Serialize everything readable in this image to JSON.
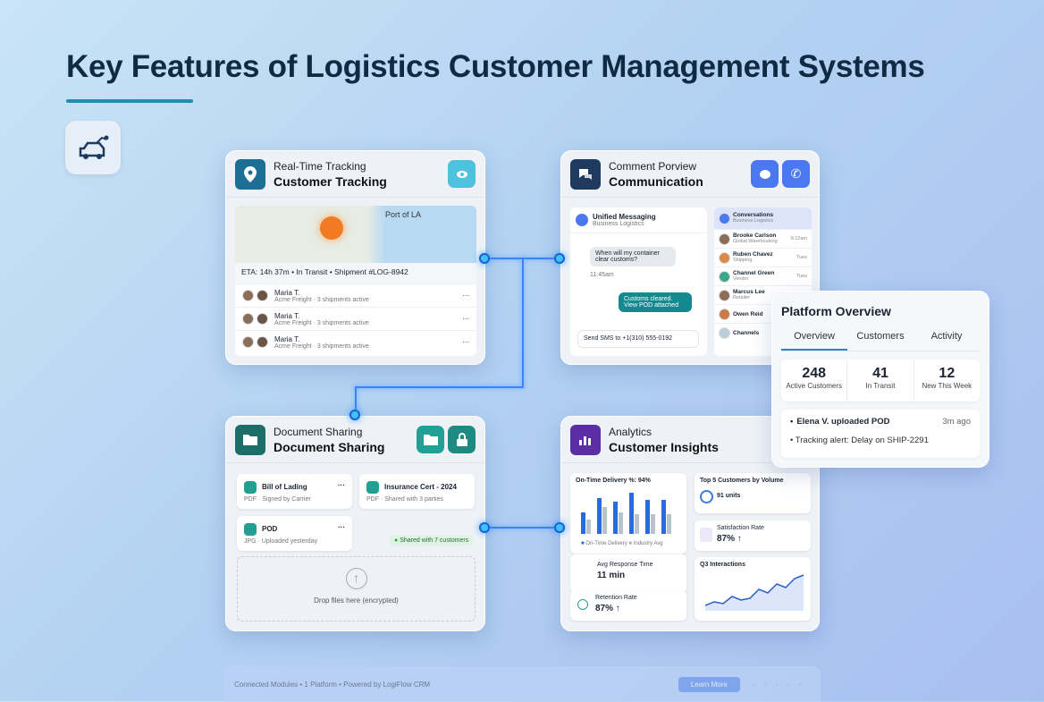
{
  "title": "Key Features of Logistics Customer Management Systems",
  "logo_icon": "truck-network-icon",
  "tracking": {
    "subtitle": "Real-Time Tracking",
    "title": "Customer Tracking",
    "map_label": "Port of LA",
    "status": "ETA: 14h 37m  •  In Transit  •  Shipment #LOG-8942",
    "rows": [
      {
        "name": "Maria T.",
        "detail": "Acme Freight · 3 shipments active"
      },
      {
        "name": "Maria T.",
        "detail": "Acme Freight · 3 shipments active"
      },
      {
        "name": "Maria T.",
        "detail": "Acme Freight · 3 shipments active"
      }
    ]
  },
  "communication": {
    "subtitle": "Comment Porview",
    "title": "Communication",
    "panel_title": "Unified Messaging",
    "panel_sub": "Business Logistics",
    "msg_in": "When will my container clear customs?",
    "msg_out": "Customs cleared. View POD attached",
    "time": "11:45am",
    "sms_placeholder": "Send SMS to +1(310) 555-0192",
    "contacts": [
      {
        "name": "Conversations",
        "sub": "Business Logistics"
      },
      {
        "name": "Brooke Carlson",
        "sub": "Global Warehousing",
        "time": "9:12am"
      },
      {
        "name": "Ruben Chavez",
        "sub": "Shipping",
        "time": "Tues"
      },
      {
        "name": "Channel Green",
        "sub": "Vendor",
        "time": "Tues"
      },
      {
        "name": "Marcus Lee",
        "sub": "Retailer"
      },
      {
        "name": "Owen Reid",
        "sub": ""
      },
      {
        "name": "Channels",
        "sub": ""
      }
    ]
  },
  "documents": {
    "subtitle": "Document Sharing",
    "title": "Document Sharing",
    "files": [
      {
        "name": "Bill of Lading",
        "meta": "PDF · Signed by Carrier"
      },
      {
        "name": "Insurance Cert - 2024",
        "meta": "PDF · Shared with 3 parties"
      },
      {
        "name": "POD",
        "meta": "JPG · Uploaded yesterday"
      }
    ],
    "shared_badge": "Shared with 7 customers",
    "drop_text": "Drop files here (encrypted)"
  },
  "analytics": {
    "subtitle": "Analytics",
    "title": "Customer Insights",
    "bar_title": "On-Time Delivery %: 94%",
    "bars_blue": [
      60,
      100,
      90,
      115,
      95,
      95
    ],
    "bars_gray": [
      40,
      75,
      60,
      55,
      55,
      55
    ],
    "legend": [
      "On-Time Delivery",
      "Industry Avg"
    ],
    "response_label": "Avg Response Time",
    "response_value": "11 min",
    "retention_label": "Retention Rate",
    "retention_value": "87% ↑",
    "top_title": "Top 5 Customers by Volume",
    "top_value": "91 units",
    "satisfaction_label": "Satisfaction Rate",
    "satisfaction_value": "87% ↑",
    "interactions_title": "Q3 Interactions",
    "line_values": [
      10,
      20,
      15,
      35,
      25,
      30,
      55,
      45,
      70,
      60,
      85,
      95
    ]
  },
  "overview": {
    "title": "Platform Overview",
    "tabs": [
      "Overview",
      "Customers",
      "Activity"
    ],
    "stats": [
      {
        "value": "248",
        "label": "Active Customers"
      },
      {
        "value": "41",
        "label": "In Transit"
      },
      {
        "value": "12",
        "label": "New This Week"
      }
    ],
    "activity": [
      {
        "text": "Elena V. uploaded POD",
        "time": "3m ago"
      },
      {
        "text": "Tracking alert: Delay on SHIP-2291"
      }
    ]
  },
  "footer": {
    "text": "Connected Modules  •  1 Platform  •  Powered by LogiFlow CRM",
    "button": "Learn More"
  },
  "colors": {
    "accent": "#1f8fb0",
    "teal": "#1f8a82",
    "blue": "#3b6ef0",
    "purple": "#5b2ea6",
    "navy": "#1e3a5f"
  }
}
